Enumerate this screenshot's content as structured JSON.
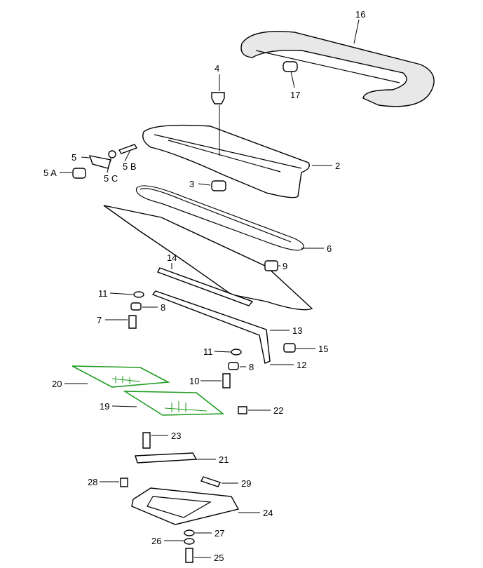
{
  "diagram": {
    "callouts": {
      "p16": "16",
      "p4": "4",
      "p17": "17",
      "p2": "2",
      "p5": "5",
      "p5a": "5 A",
      "p5c": "5 C",
      "p5b": "5 B",
      "p3": "3",
      "p6": "6",
      "p9": "9",
      "p14": "14",
      "p11a": "11",
      "p8a": "8",
      "p7": "7",
      "p13": "13",
      "p11b": "11",
      "p15": "15",
      "p8b": "8",
      "p12": "12",
      "p10": "10",
      "p20": "20",
      "p19": "19",
      "p22": "22",
      "p23": "23",
      "p21": "21",
      "p28": "28",
      "p29": "29",
      "p24": "24",
      "p27": "27",
      "p26": "26",
      "p25": "25"
    },
    "colors": {
      "highlight": "#1f9a1f",
      "line": "#000000"
    }
  }
}
